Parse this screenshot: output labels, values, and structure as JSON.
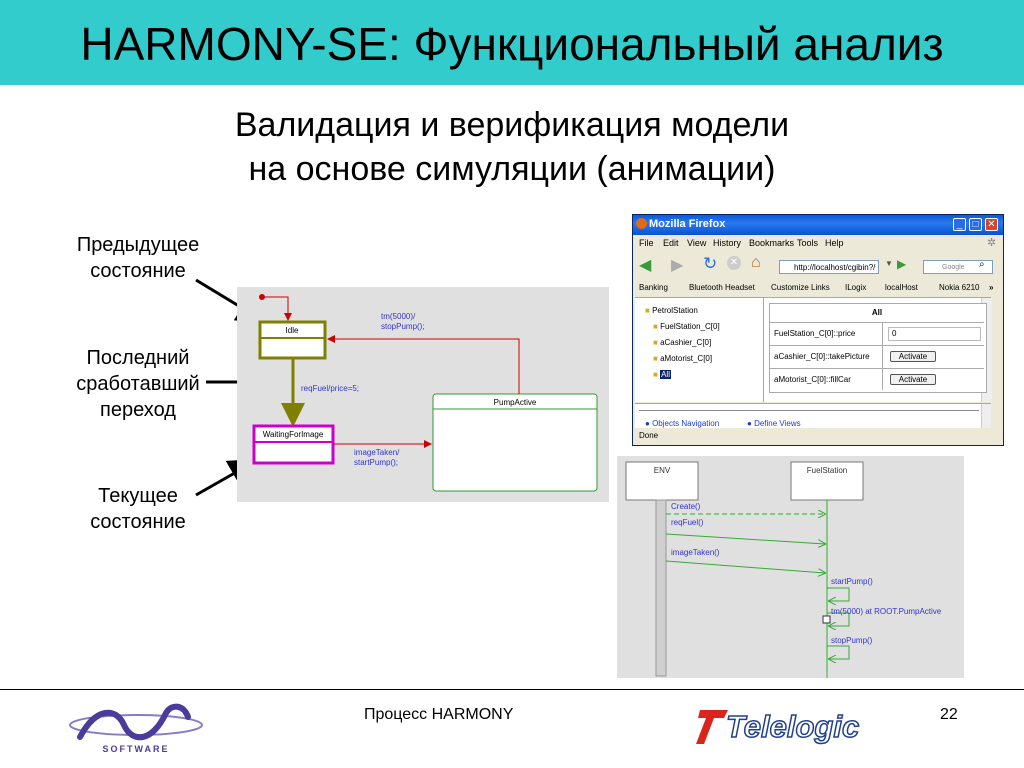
{
  "slide": {
    "title": "HARMONY-SE: Функциональный анализ",
    "subtitle_line1": "Валидация и верификация модели",
    "subtitle_line2": "на основе симуляции (анимации)",
    "footer": "Процесс HARMONY",
    "page_number": "22"
  },
  "callouts": {
    "previous_state": [
      "Предыдущее",
      "состояние"
    ],
    "last_transition": [
      "Последний",
      "сработавший",
      "переход"
    ],
    "current_state": [
      "Текущее",
      "состояние"
    ]
  },
  "statechart": {
    "state_idle": "Idle",
    "state_waiting": "WaitingForImage",
    "state_pump_active": "PumpActive",
    "label_timeout": [
      "tm(5000)/",
      "stopPump();"
    ],
    "label_reqfuel": "reqFuel/price=5;",
    "label_image_taken": [
      "imageTaken/",
      "startPump();"
    ]
  },
  "browser": {
    "title": "Mozilla Firefox",
    "menu": [
      "File",
      "Edit",
      "View",
      "History",
      "Bookmarks",
      "Tools",
      "Help"
    ],
    "url": "http://localhost/cgibin?/",
    "search_placeholder": "Google",
    "bookmarks": [
      "Banking",
      "Bluetooth Headset",
      "Customize Links",
      "ILogix",
      "localHost",
      "Nokia 6210"
    ],
    "tree_root": "PetrolStation",
    "tree_items": [
      "FuelStation_C[0]",
      "aCashier_C[0]",
      "aMotorist_C[0]",
      "All"
    ],
    "table_header": "All",
    "rows": [
      {
        "label": "FuelStation_C[0]::price",
        "value": "0"
      },
      {
        "label": "aCashier_C[0]::takePicture",
        "button": "Activate"
      },
      {
        "label": "aMotorist_C[0]::fillCar",
        "button": "Activate"
      }
    ],
    "bottom_links": [
      "Objects Navigation",
      "Define Views"
    ],
    "status": "Done"
  },
  "sequence": {
    "lifeline_env": "ENV",
    "lifeline_fuel": "FuelStation",
    "messages": [
      "Create()",
      "reqFuel()",
      "imageTaken()",
      "startPump()",
      "tm(5000) at ROOT.PumpActive",
      "stopPump()"
    ]
  },
  "logos": {
    "swd_sub": "SOFTWARE",
    "telelogic": "Telelogic"
  },
  "colors": {
    "title_bar": "#33cccc",
    "previous_state": "#808000",
    "current_state": "#cc00cc",
    "transition_red": "#cc0000",
    "transition_blue": "#3333cc",
    "pump_active_border": "#339933"
  }
}
